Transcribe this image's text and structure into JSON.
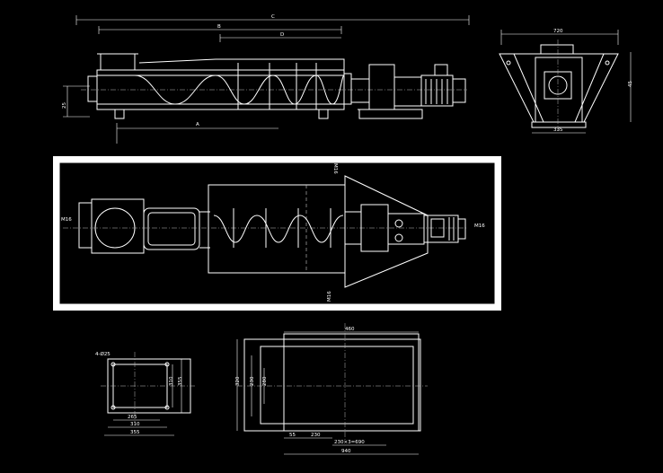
{
  "dims": {
    "overall": "C",
    "b": "B",
    "d": "D",
    "a": "A",
    "height_left": "25",
    "side_width": "720",
    "side_height": "45",
    "side_base": "335",
    "plan_width": "460",
    "plan_height": "320",
    "plan_sub1": "230",
    "plan_sub2": "280",
    "plan_bot1": "55",
    "plan_bot2": "230",
    "plan_bot3": "230×3=690",
    "plan_bot4": "940",
    "sq_top": "4-Ø25",
    "sq_w1": "265",
    "sq_w2": "310",
    "sq_w3": "355",
    "sq_h1": "310",
    "sq_h2": "355"
  },
  "labels": {
    "motor_left": "M16",
    "motor_right": "M16",
    "anchor_top": "M16",
    "anchor_bottom": "M16"
  },
  "colors": {
    "background": "#000000",
    "line": "#ffffff"
  }
}
